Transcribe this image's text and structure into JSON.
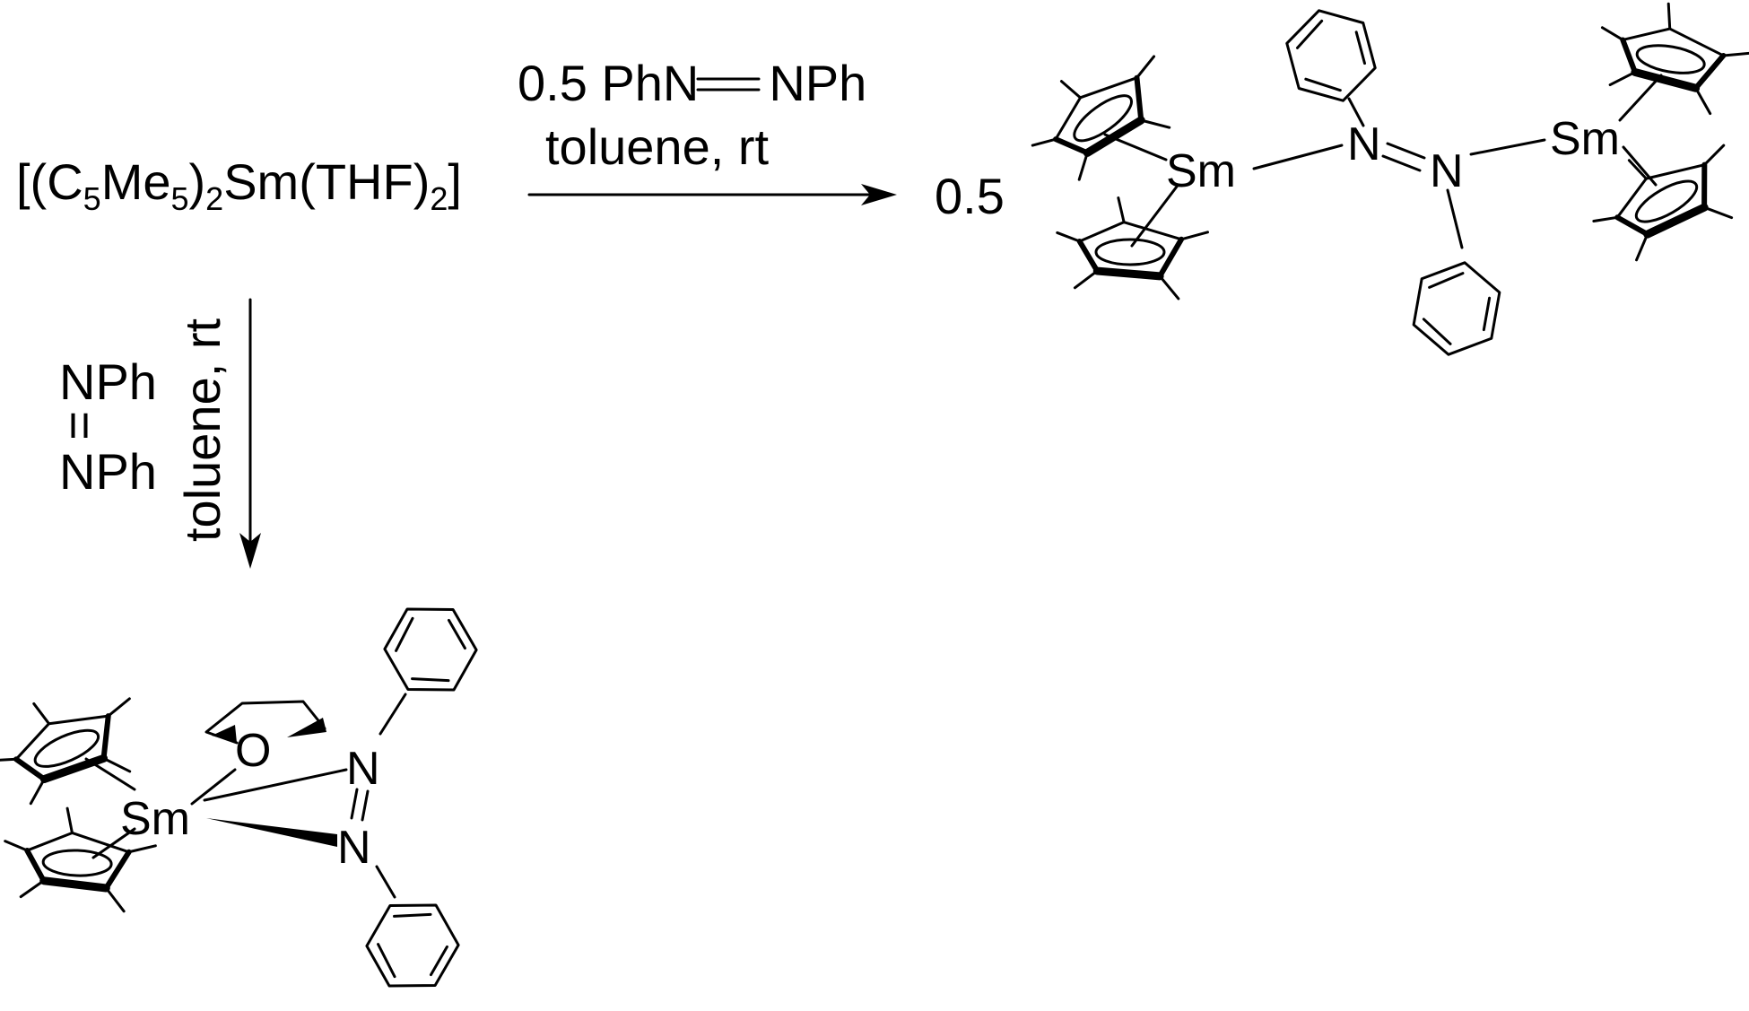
{
  "reactant": {
    "parts": [
      "[(C",
      "5",
      "Me",
      "5",
      ")",
      "2",
      "Sm(THF)",
      "2",
      "]"
    ]
  },
  "top_arrow": {
    "reagent_parts": [
      "0.5 PhN",
      "NPh"
    ],
    "conditions": "toluene, rt"
  },
  "down_arrow": {
    "reagent_top": "NPh",
    "reagent_bottom": "NPh",
    "bond": "=",
    "conditions": "toluene, rt"
  },
  "product_top": {
    "coefficient": "0.5",
    "metal_left": "Sm",
    "metal_right": "Sm",
    "n1": "N",
    "n2": "N"
  },
  "product_bottom": {
    "metal": "Sm",
    "oxygen": "O",
    "n1": "N",
    "n2": "N"
  },
  "colors": {
    "ink": "#000000",
    "background": "#ffffff"
  },
  "icons": [
    "arrow-right-icon",
    "arrow-down-icon",
    "cp-star-ring-icon",
    "phenyl-ring-icon",
    "thf-ring-icon"
  ]
}
